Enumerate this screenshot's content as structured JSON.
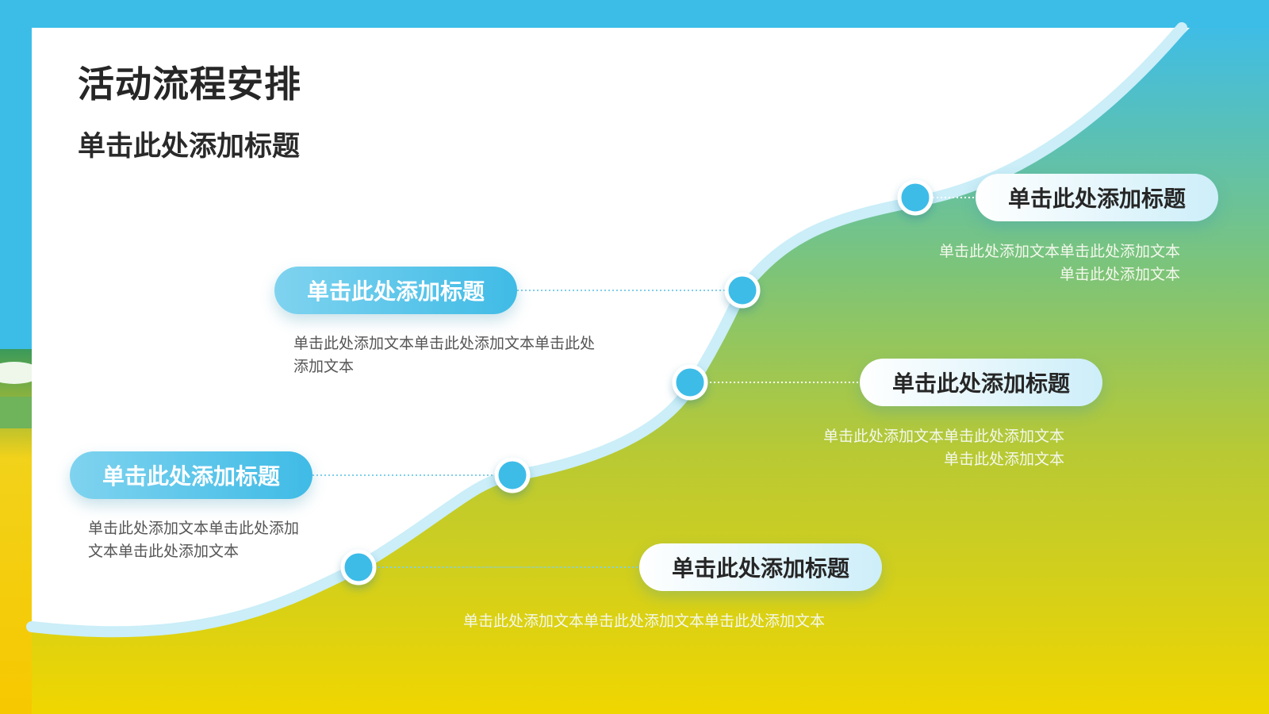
{
  "slide": {
    "title": "活动流程安排",
    "subtitle": "单击此处添加标题"
  },
  "colors": {
    "sky": "#3bbde8",
    "curve": "#cbeef8",
    "node": "#3cbce8",
    "gradient_top": "#3fbde6",
    "gradient_mid": "#a9c63c",
    "gradient_bottom": "#f0d600",
    "title_text": "#262626"
  },
  "steps": [
    {
      "id": "step-1",
      "title": "单击此处添加标题",
      "style": "light",
      "description_lines": [
        "单击此处添加文本单击此处添加文本单击此处添加文本"
      ]
    },
    {
      "id": "step-2",
      "title": "单击此处添加标题",
      "style": "filled",
      "description_lines": [
        "单击此处添加文本单击此处添加",
        "文本单击此处添加文本"
      ]
    },
    {
      "id": "step-3",
      "title": "单击此处添加标题",
      "style": "light",
      "description_lines": [
        "单击此处添加文本单击此处添加文本",
        "单击此处添加文本"
      ]
    },
    {
      "id": "step-4",
      "title": "单击此处添加标题",
      "style": "filled",
      "description_lines": [
        "单击此处添加文本单击此处添加文本单击此处",
        "添加文本"
      ]
    },
    {
      "id": "step-5",
      "title": "单击此处添加标题",
      "style": "light",
      "description_lines": [
        "单击此处添加文本单击此处添加文本",
        "单击此处添加文本"
      ]
    }
  ]
}
